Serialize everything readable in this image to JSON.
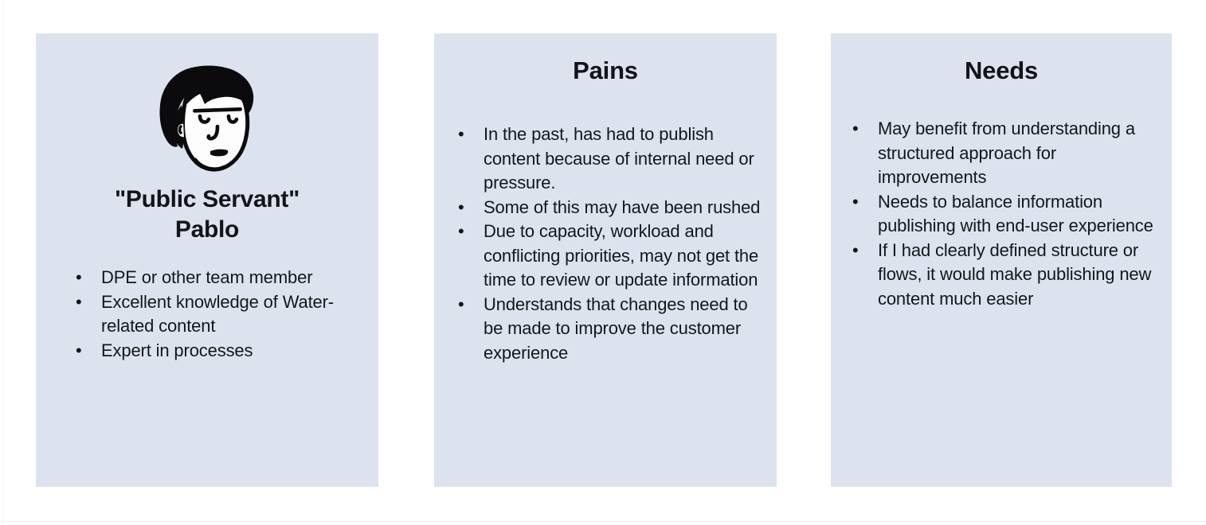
{
  "slide": {
    "background_color": "#ffffff",
    "card_color": "#dce3ef",
    "text_color": "#15161b"
  },
  "cards": [
    {
      "id": "persona",
      "avatar_icon": "male-face-illustration-icon",
      "name_lines": [
        "\"Public Servant\"",
        "Pablo"
      ],
      "bullet_marker": "•",
      "bullets": [
        "DPE or other team member",
        "Excellent knowledge of Water-related content",
        "Expert in processes"
      ]
    },
    {
      "id": "pains",
      "title": "Pains",
      "bullet_marker": "•",
      "bullets": [
        "In the past, has had to publish content because of internal need or pressure.",
        "Some of this may have been rushed",
        "Due to capacity, workload and conflicting priorities, may not get the time to review or update information",
        "Understands that changes need to be made to improve the customer experience"
      ]
    },
    {
      "id": "needs",
      "title": "Needs",
      "bullet_marker": "•",
      "bullets": [
        "May benefit from understanding a structured approach for improvements",
        "Needs to balance information publishing with end-user experience",
        "If I had clearly defined structure or flows, it would make publishing new content much easier"
      ]
    }
  ]
}
